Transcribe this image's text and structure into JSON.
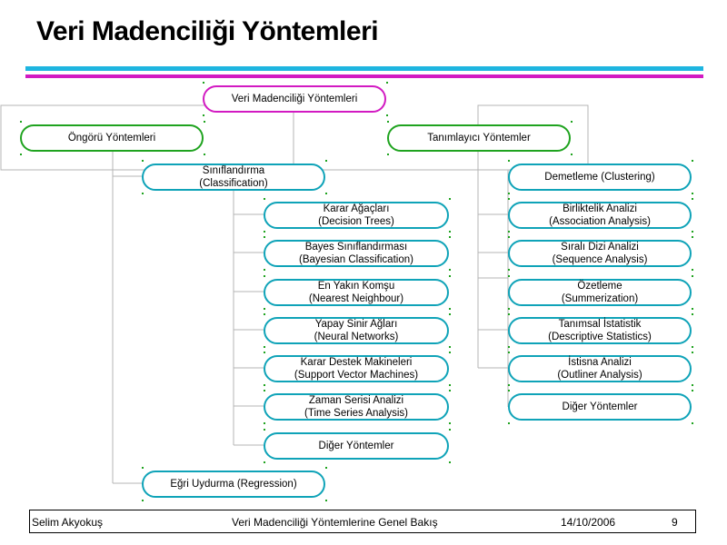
{
  "title": "Veri Madenciliği Yöntemleri",
  "nodes": {
    "root": "Veri Madenciliği Yöntemleri",
    "ongoru": "Öngörü Yöntemleri",
    "tanimlayici": "Tanımlayıcı Yöntemler",
    "siniflandirma": "Sınıflandırma\n(Classification)",
    "karar_agaclari": "Karar Ağaçları\n(Decision Trees)",
    "bayes": "Bayes Sınıflandırması\n(Bayesian Classification)",
    "en_yakin": "En Yakın Komşu\n(Nearest Neighbour)",
    "yapay_sinir": "Yapay Sinir Ağları\n(Neural Networks)",
    "karar_destek": "Karar Destek Makineleri\n(Support Vector Machines)",
    "zaman_serisi": "Zaman Serisi Analizi\n(Time Series Analysis)",
    "diger_left": "Diğer Yöntemler",
    "egri": "Eğri Uydurma (Regression)",
    "demetleme": "Demetleme (Clustering)",
    "birliktelik": "Birliktelik Analizi\n(Association Analysis)",
    "sirali": "Sıralı Dizi Analizi\n(Sequence Analysis)",
    "ozetleme": "Özetleme\n(Summerization)",
    "tanimsal": "Tanımsal İstatistik\n(Descriptive Statistics)",
    "istisna": "İstisna Analizi\n(Outliner Analysis)",
    "diger_right": "Diğer Yöntemler"
  },
  "footer": {
    "author": "Selim Akyokuş",
    "subtitle": "Veri Madenciliği Yöntemlerine Genel Bakış",
    "date": "14/10/2006",
    "page": "9"
  },
  "colors": {
    "bar_top": "#1eb5e0",
    "bar_bottom": "#d21ac2",
    "root_border": "#d21ac2",
    "level1_border": "#1fa31f",
    "leaf_border": "#0fa3b8"
  }
}
